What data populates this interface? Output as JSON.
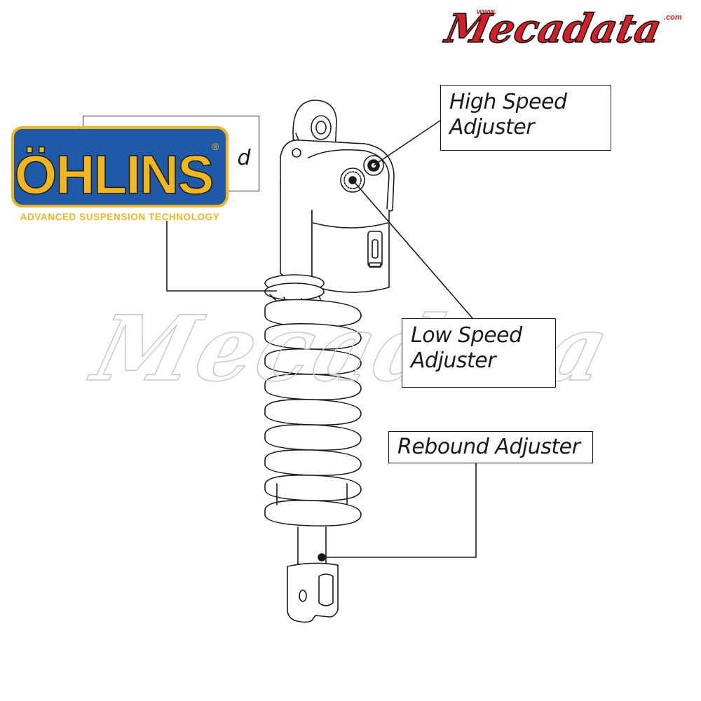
{
  "logos": {
    "mecadata_top": {
      "www": "www.",
      "name": "Mecadata",
      "com": ".com",
      "color": "#d41f26"
    },
    "ohlins": {
      "name": "ÖHLINS",
      "reg": "®",
      "tagline": "ADVANCED SUSPENSION TECHNOLOGY",
      "primary": "#1e5aa8",
      "accent": "#f2b51d"
    },
    "watermark": {
      "text": "Mecadata"
    }
  },
  "callouts": {
    "hidden": {
      "line2": "d"
    },
    "high_speed": {
      "line1": "High Speed",
      "line2": "Adjuster"
    },
    "low_speed": {
      "line1": "Low Speed",
      "line2": "Adjuster"
    },
    "rebound": {
      "line1": "Rebound Adjuster"
    }
  }
}
